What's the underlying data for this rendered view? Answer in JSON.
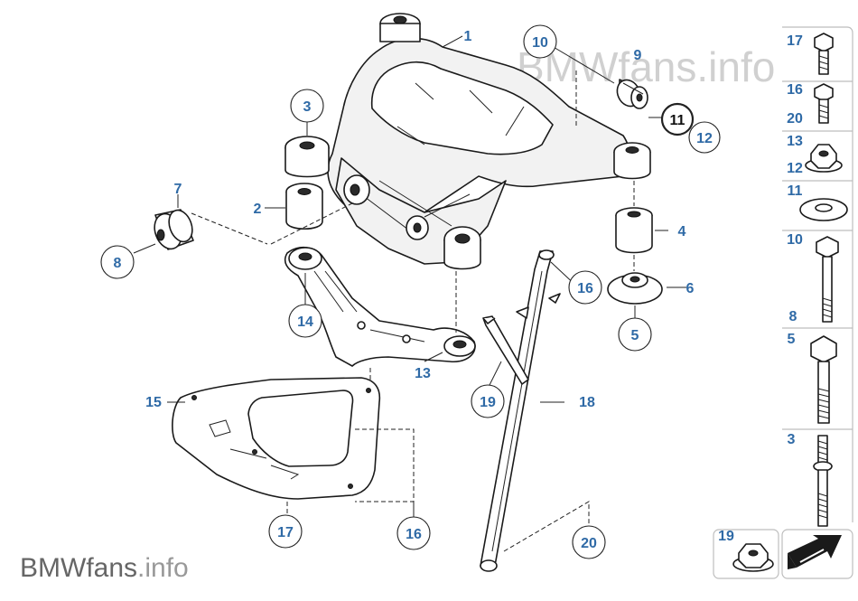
{
  "watermark": {
    "top_right": "BMWfans.info",
    "bottom_left_brand": "BMWfans",
    "bottom_left_tld": ".info"
  },
  "callouts": {
    "c1": "1",
    "c2": "2",
    "c3": "3",
    "c4": "4",
    "c5": "5",
    "c6": "6",
    "c7": "7",
    "c8": "8",
    "c9": "9",
    "c10": "10",
    "c11": "11",
    "c12": "12",
    "c13": "13",
    "c14": "14",
    "c15": "15",
    "c16a": "16",
    "c16b": "16",
    "c17": "17",
    "c18": "18",
    "c19": "19",
    "c20": "20"
  },
  "sidebar": {
    "items": [
      "17",
      "16",
      "20",
      "13",
      "12",
      "11",
      "10",
      "8",
      "5",
      "3",
      "19"
    ]
  },
  "colors": {
    "callout_blue": "#2f6aa6",
    "line": "#1a1a1a",
    "watermark": "#d0d0d0"
  }
}
